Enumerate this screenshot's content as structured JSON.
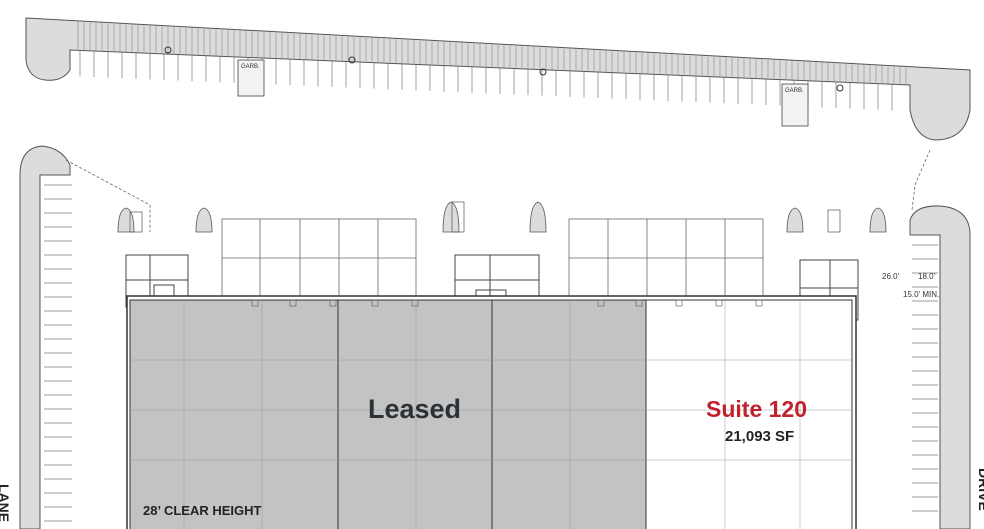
{
  "units": {
    "leased": {
      "label": "Leased",
      "fill": "#c3c3c3"
    },
    "suite": {
      "label": "Suite 120",
      "area": "21,093 SF",
      "accent": "#c0222e"
    }
  },
  "clear_height": "28’ CLEAR HEIGHT",
  "dimensions": {
    "a": "26.0'",
    "b": "18.0'",
    "c": "15.0' MIN."
  },
  "garbage": [
    "GARB.",
    "GARB."
  ],
  "street_fragments": {
    "left": "LANE",
    "right": "DRIVE"
  }
}
